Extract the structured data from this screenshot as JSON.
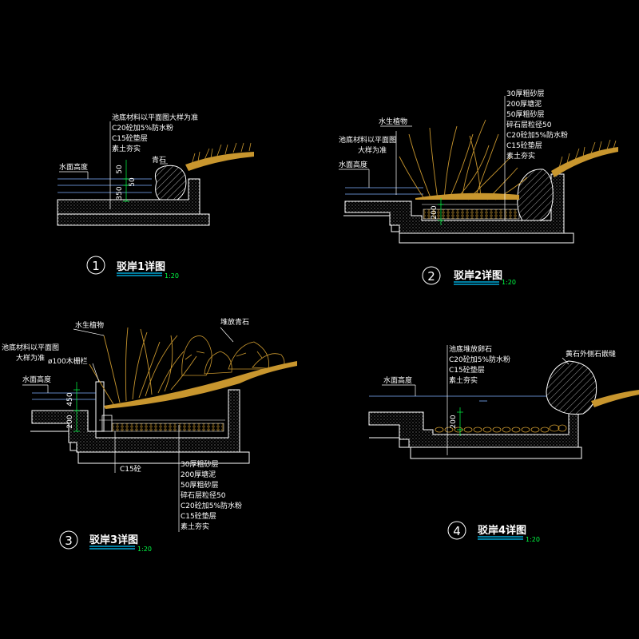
{
  "colors": {
    "background": "#000000",
    "wall": "#ffffff",
    "fill_dots": "#9a9a9a",
    "plants": "#c8962e",
    "water": "#7fb2ff",
    "dimension": "#00ff44",
    "title_underline": "#00c8ff"
  },
  "details": [
    {
      "number": "1",
      "title": "驳岸1详图",
      "scale": "1:20",
      "water_label": "水面高度",
      "notes": [
        "池底材料以平面图大样为准",
        "C20砼加5%防水粉",
        "C15砼垫层",
        "素土夯实"
      ],
      "stone_label": "青石",
      "dims": [
        "50",
        "50",
        "350"
      ]
    },
    {
      "number": "2",
      "title": "驳岸2详图",
      "scale": "1:20",
      "water_label": "水面高度",
      "plant_label": "水生植物",
      "left_notes": [
        "池底材料以平面图",
        "大样为准"
      ],
      "notes": [
        "30厚粗砂层",
        "200厚塘泥",
        "50厚粗砂层",
        "碎石层粒径50",
        "C20砼加5%防水粉",
        "C15砼垫层",
        "素土夯实"
      ],
      "dims": [
        "200"
      ]
    },
    {
      "number": "3",
      "title": "驳岸3详图",
      "scale": "1:20",
      "water_label": "水面高度",
      "plant_label": "水生植物",
      "stone_label": "堆放青石",
      "left_notes": [
        "池底材料以平面图",
        "大样为准"
      ],
      "pipe_label": "ø100木栅栏",
      "concrete_label": "C15砼",
      "notes": [
        "30厚粗砂层",
        "200厚塘泥",
        "50厚粗砂层",
        "碎石层粒径50",
        "C20砼加5%防水粉",
        "C15砼垫层",
        "素土夯实"
      ],
      "dims": [
        "450",
        "200"
      ]
    },
    {
      "number": "4",
      "title": "驳岸4详图",
      "scale": "1:20",
      "water_label": "水面高度",
      "stone_label": "黄石外侧石嵌缝",
      "notes": [
        "池底堆放卵石",
        "C20砼加5%防水粉",
        "C15砼垫层",
        "素土夯实"
      ],
      "dims": [
        "200"
      ]
    }
  ]
}
